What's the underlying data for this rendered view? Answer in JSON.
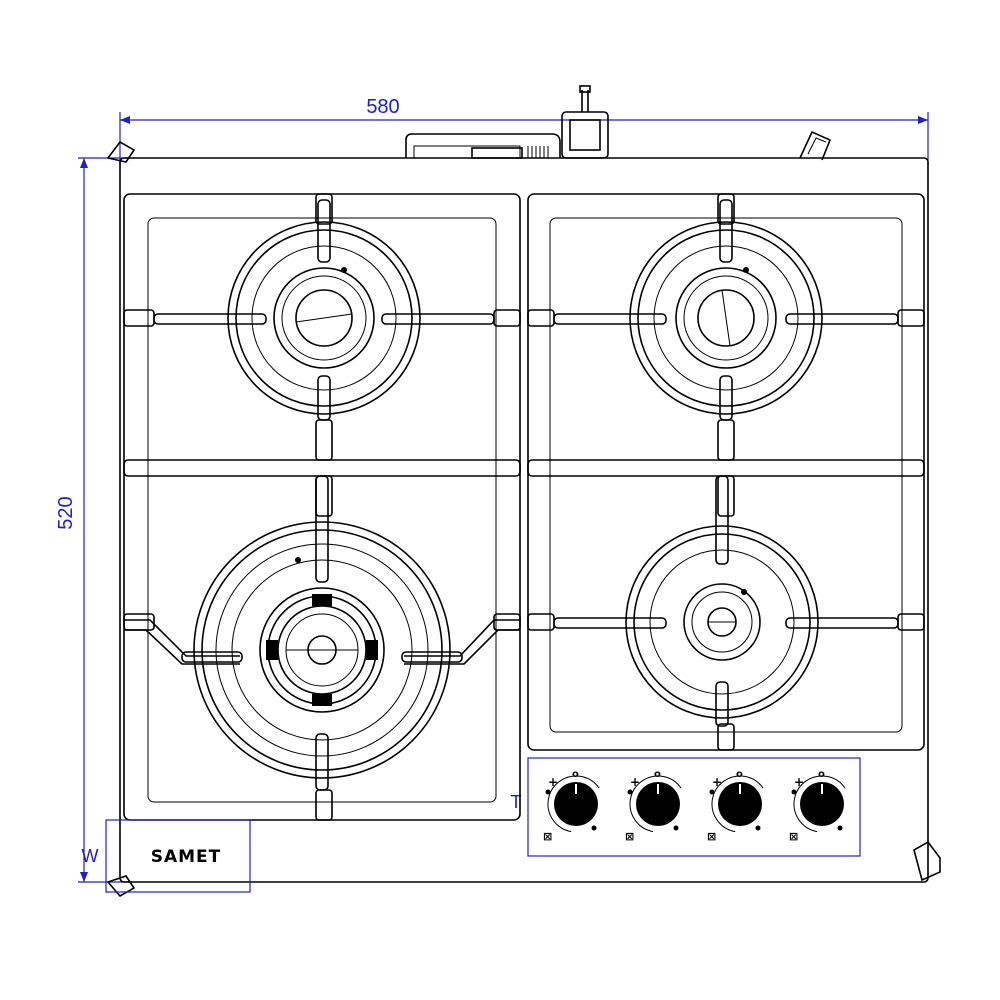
{
  "dimensions": {
    "width_label": "580",
    "height_label": "520",
    "side_label": "W",
    "control_label": "T"
  },
  "brand": {
    "logo_text": "SAMET"
  },
  "burners": [
    {
      "name": "rear-left"
    },
    {
      "name": "rear-right"
    },
    {
      "name": "front-left-wok"
    },
    {
      "name": "front-right"
    }
  ],
  "controls": {
    "knob_count": 4,
    "symbols": {
      "max": "+",
      "off": "o",
      "min": "⊠"
    }
  },
  "colors": {
    "line": "#000000",
    "dimension": "#2020c8",
    "knob": "#000000"
  }
}
